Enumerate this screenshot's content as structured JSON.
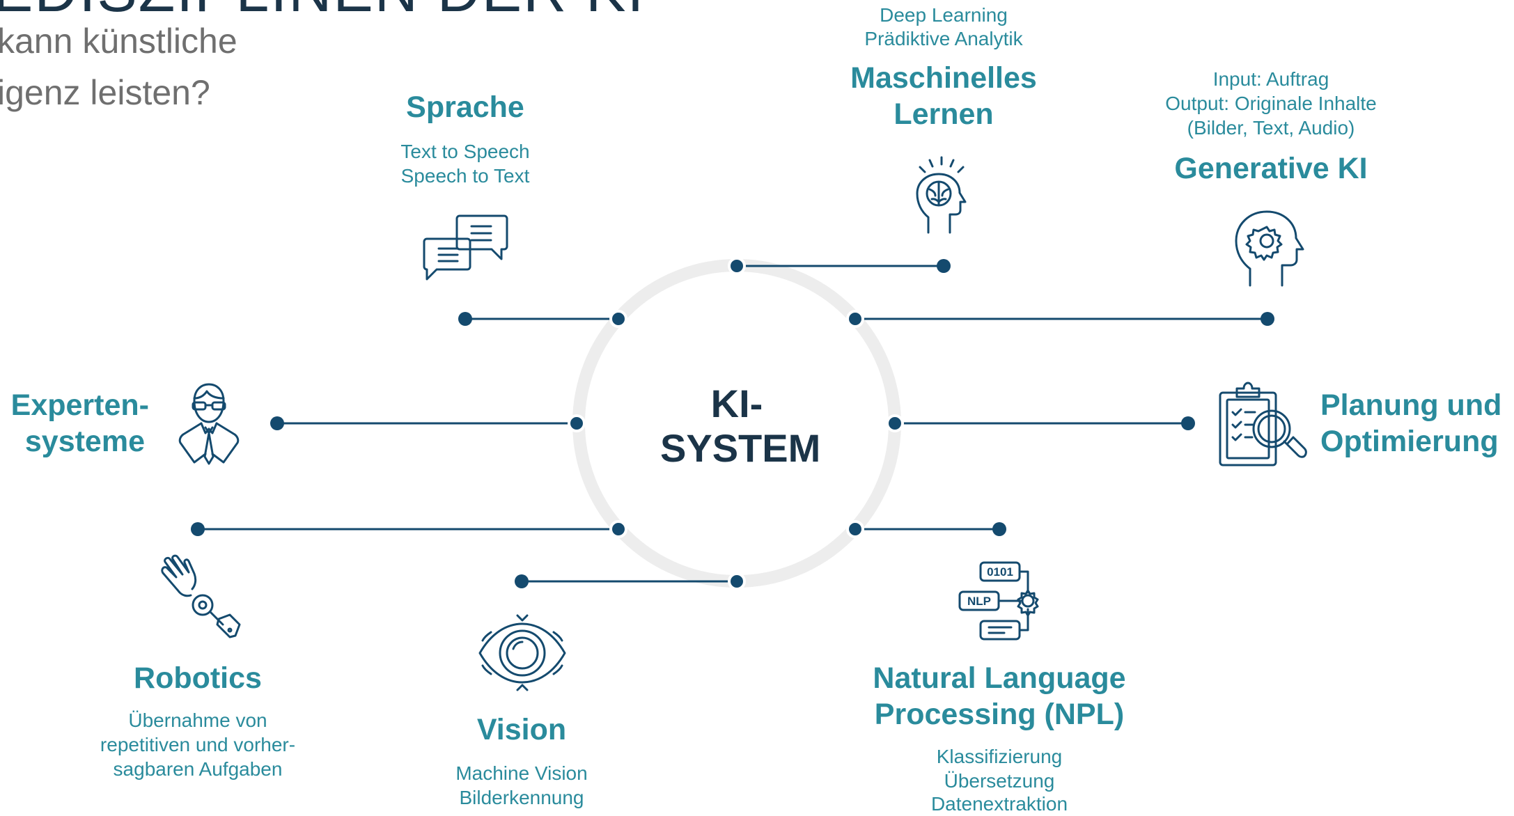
{
  "header": {
    "title": "EDISZIPLINEN DER KI",
    "subtitle_line1": "kann künstliche",
    "subtitle_line2": "igenz leisten?"
  },
  "center": {
    "line1": "KI-",
    "line2": "SYSTEM"
  },
  "nodes": {
    "sprache": {
      "title": "Sprache",
      "desc1": "Text to Speech",
      "desc2": "Speech to Text"
    },
    "ml": {
      "pre1": "Deep Learning",
      "pre2": "Prädiktive Analytik",
      "title1": "Maschinelles",
      "title2": "Lernen"
    },
    "genai": {
      "desc1": "Input: Auftrag",
      "desc2": "Output: Originale Inhalte",
      "desc3": "(Bilder, Text, Audio)",
      "title": "Generative KI"
    },
    "experten": {
      "title1": "Experten-",
      "title2": "systeme"
    },
    "planung": {
      "title1": "Planung und",
      "title2": "Optimierung"
    },
    "robotics": {
      "title": "Robotics",
      "desc1": "Übernahme von",
      "desc2": "repetitiven und vorher-",
      "desc3": "sagbaren Aufgaben"
    },
    "vision": {
      "title": "Vision",
      "desc1": "Machine Vision",
      "desc2": "Bilderkennung"
    },
    "nlp": {
      "title1": "Natural Language",
      "title2": "Processing (NPL)",
      "desc1": "Klassifizierung",
      "desc2": "Übersetzung",
      "desc3": "Datenextraktion",
      "icon_text1": "0101",
      "icon_text2": "NLP"
    }
  },
  "colors": {
    "accent": "#2a8b9c",
    "dark": "#1b3448",
    "line": "#144a6e",
    "ring": "#e8e8e8"
  },
  "icons": [
    "chat-bubbles-icon",
    "head-brain-icon",
    "head-gear-icon",
    "businessman-icon",
    "clipboard-magnifier-icon",
    "robotic-arm-icon",
    "eye-icon",
    "nlp-chip-icon"
  ]
}
